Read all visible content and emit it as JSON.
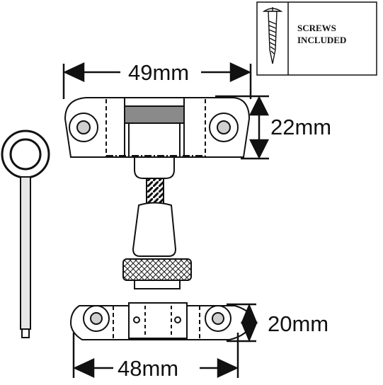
{
  "note": {
    "line1": "SCREWS",
    "line2": "INCLUDED"
  },
  "dimensions": {
    "top_width": "49mm",
    "top_height": "22mm",
    "bottom_width": "48mm",
    "bottom_height": "20mm"
  },
  "colors": {
    "ink": "#111111",
    "fill": "#ffffff",
    "hole_fill": "#cfcfcf",
    "dark_band": "#8a8a8a",
    "key_shaft": "#e6e6e6"
  }
}
